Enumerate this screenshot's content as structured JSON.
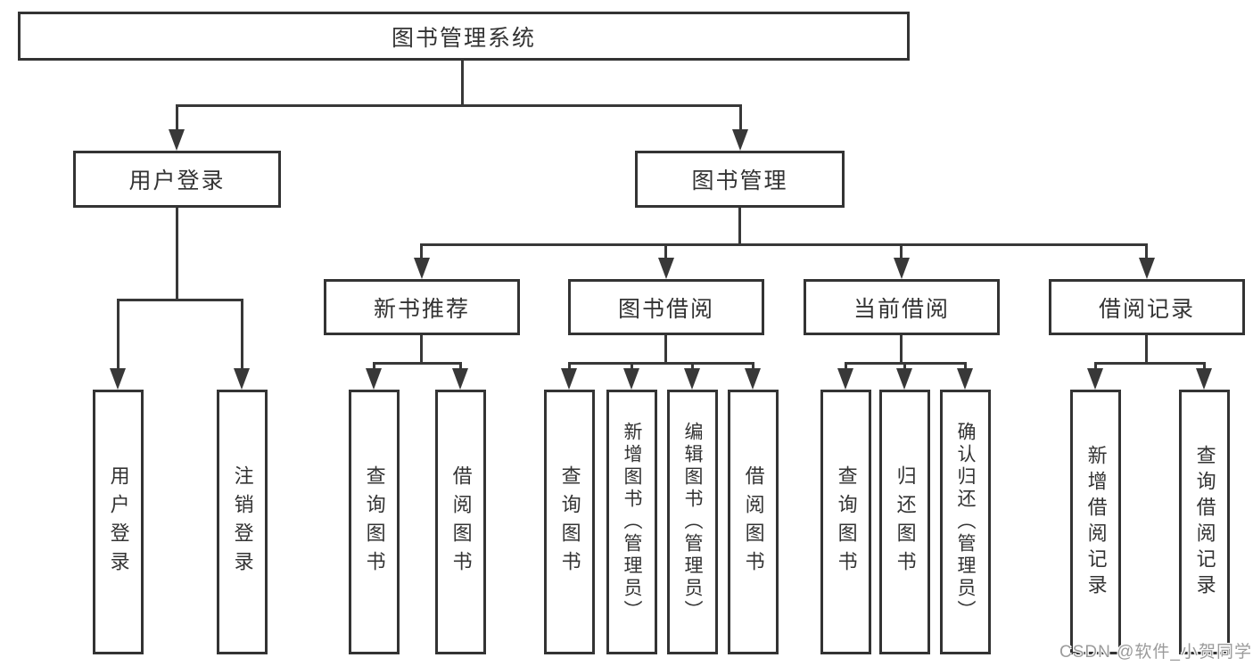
{
  "diagram": {
    "title": "图书管理系统",
    "nodes": {
      "root": {
        "label": "图书管理系统"
      },
      "user_login": {
        "label": "用户登录"
      },
      "book_mgmt": {
        "label": "图书管理"
      },
      "new_book_rec": {
        "label": "新书推荐"
      },
      "book_borrow": {
        "label": "图书借阅"
      },
      "current_borrow": {
        "label": "当前借阅"
      },
      "borrow_records": {
        "label": "借阅记录"
      },
      "leaf_user_login": {
        "label": "用户登录"
      },
      "leaf_logout": {
        "label": "注销登录"
      },
      "rec_query_book": {
        "label": "查询图书"
      },
      "rec_borrow_book": {
        "label": "借阅图书"
      },
      "bb_query_book": {
        "label": "查询图书"
      },
      "bb_add_book": {
        "label": "新增图书（管理员）"
      },
      "bb_edit_book": {
        "label": "编辑图书（管理员）"
      },
      "bb_borrow_book": {
        "label": "借阅图书"
      },
      "cb_query_book": {
        "label": "查询图书"
      },
      "cb_return_book": {
        "label": "归还图书"
      },
      "cb_confirm_return": {
        "label": "确认归还（管理员）"
      },
      "br_add_record": {
        "label": "新增借阅记录"
      },
      "br_query_record": {
        "label": "查询借阅记录"
      }
    },
    "edges": [
      [
        "图书管理系统",
        "用户登录"
      ],
      [
        "图书管理系统",
        "图书管理"
      ],
      [
        "用户登录",
        "用户登录"
      ],
      [
        "用户登录",
        "注销登录"
      ],
      [
        "图书管理",
        "新书推荐"
      ],
      [
        "图书管理",
        "图书借阅"
      ],
      [
        "图书管理",
        "当前借阅"
      ],
      [
        "图书管理",
        "借阅记录"
      ],
      [
        "新书推荐",
        "查询图书"
      ],
      [
        "新书推荐",
        "借阅图书"
      ],
      [
        "图书借阅",
        "查询图书"
      ],
      [
        "图书借阅",
        "新增图书（管理员）"
      ],
      [
        "图书借阅",
        "编辑图书（管理员）"
      ],
      [
        "图书借阅",
        "借阅图书"
      ],
      [
        "当前借阅",
        "查询图书"
      ],
      [
        "当前借阅",
        "归还图书"
      ],
      [
        "当前借阅",
        "确认归还（管理员）"
      ],
      [
        "借阅记录",
        "新增借阅记录"
      ],
      [
        "借阅记录",
        "查询借阅记录"
      ]
    ]
  },
  "watermark": {
    "text": "CSDN @软件_小贺同学",
    "color": "#9b9b9b"
  },
  "colors": {
    "background": "#ffffff",
    "box_border": "#333333",
    "line": "#383838",
    "text": "#333333"
  }
}
